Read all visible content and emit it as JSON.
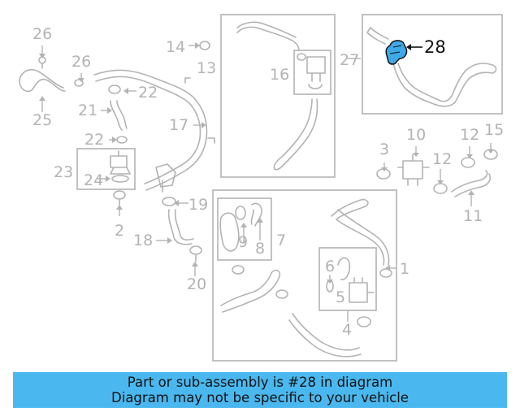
{
  "diagram": {
    "highlight_color": "#3fa9e8",
    "highlighted_part": "28",
    "callouts": {
      "c1": "1",
      "c2": "2",
      "c3": "3",
      "c4": "4",
      "c5": "5",
      "c6": "6",
      "c7": "7",
      "c8": "8",
      "c9": "9",
      "c10": "10",
      "c11": "11",
      "c12a": "12",
      "c12b": "12",
      "c13": "13",
      "c14": "14",
      "c15": "15",
      "c16": "16",
      "c17": "17",
      "c18": "18",
      "c19": "19",
      "c20": "20",
      "c21": "21",
      "c22a": "22",
      "c22b": "22",
      "c23": "23",
      "c24": "24",
      "c25": "25",
      "c26a": "26",
      "c26b": "26",
      "c27": "27",
      "c28": "28"
    }
  },
  "banner": {
    "background": "#4ab8ef",
    "line1": "Part or sub-assembly is #28 in diagram",
    "line2": "Diagram may not be specific to your vehicle"
  }
}
